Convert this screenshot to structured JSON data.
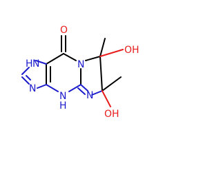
{
  "molecule": {
    "atom_labels": {
      "carbonyl_o": "O",
      "imidazole_nh": "H",
      "imidazole_nh_n": "N",
      "imidazole_n": "N",
      "amine_n": "N",
      "amine_h": "H",
      "ring_n": "N",
      "imine_n": "N",
      "oh_top": "OH",
      "oh_bottom": "OH"
    },
    "colors": {
      "carbon": "#000000",
      "nitrogen": "#1c1ccc",
      "oxygen": "#e81c1c"
    }
  }
}
